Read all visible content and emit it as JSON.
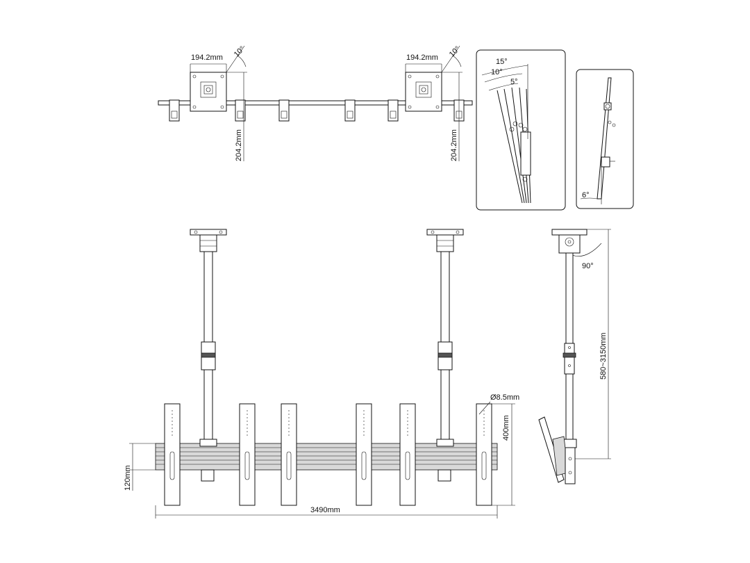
{
  "labels": {
    "top_left_width": "194.2mm",
    "top_right_width": "194.2mm",
    "top_left_angle": "10°",
    "top_right_angle": "10°",
    "top_left_height": "204.2mm",
    "top_right_height": "204.2mm",
    "tilt_15": "15°",
    "tilt_10": "10°",
    "tilt_5": "5°",
    "tilt_6": "6°",
    "swivel_90": "90°",
    "hole_diameter": "Ø8.5mm",
    "upright_height": "400mm",
    "pole_range": "580~3150mm",
    "rail_height": "120mm",
    "total_width": "3490mm"
  },
  "colors": {
    "line": "#111111",
    "fill_light": "#d9d9d9",
    "fill_dark": "#555555",
    "background": "#ffffff"
  }
}
